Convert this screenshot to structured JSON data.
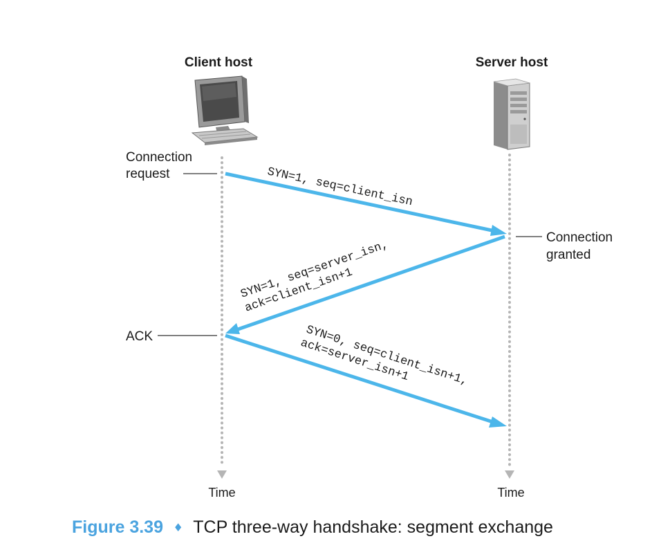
{
  "hosts": {
    "client_title": "Client host",
    "server_title": "Server host"
  },
  "side_labels": {
    "connection_request_line1": "Connection",
    "connection_request_line2": "request",
    "connection_granted_line1": "Connection",
    "connection_granted_line2": "granted",
    "ack": "ACK"
  },
  "messages": {
    "syn": "SYN=1, seq=client_isn",
    "synack_line1": "SYN=1, seq=server_isn,",
    "synack_line2": "ack=client_isn+1",
    "ack_line1": "SYN=0, seq=client_isn+1,",
    "ack_line2": "ack=server_isn+1"
  },
  "time_labels": {
    "client": "Time",
    "server": "Time"
  },
  "caption": {
    "number": "Figure 3.39",
    "separator": "♦",
    "text": "TCP three-way handshake: segment exchange"
  },
  "colors": {
    "message_arrow": "#4cb6ea",
    "caption_accent": "#4aa3df",
    "timeline": "#b5b5b5"
  },
  "icons": {
    "client": "desktop-computer-icon",
    "server": "server-tower-icon"
  }
}
